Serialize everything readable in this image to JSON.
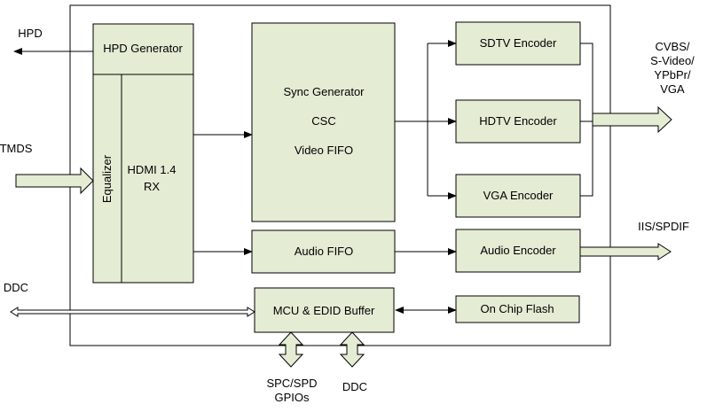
{
  "blocks": {
    "hpd_generator": "HPD Generator",
    "equalizer": "Equalizer",
    "hdmi_rx_line1": "HDMI 1.4",
    "hdmi_rx_line2": "RX",
    "sync_generator": "Sync Generator",
    "csc": "CSC",
    "video_fifo": "Video FIFO",
    "audio_fifo": "Audio FIFO",
    "mcu_edid": "MCU & EDID Buffer",
    "sdtv_encoder": "SDTV Encoder",
    "hdtv_encoder": "HDTV Encoder",
    "vga_encoder": "VGA Encoder",
    "audio_encoder": "Audio Encoder",
    "on_chip_flash": "On Chip Flash"
  },
  "signals": {
    "hpd": "HPD",
    "tmds": "TMDS",
    "ddc_left": "DDC",
    "video_out_1": "CVBS/",
    "video_out_2": "S-Video/",
    "video_out_3": "YPbPr/",
    "video_out_4": "VGA",
    "audio_out": "IIS/SPDIF",
    "gpio_1": "SPC/SPD",
    "gpio_2": "GPIOs",
    "ddc_bottom": "DDC"
  },
  "colors": {
    "block_fill": "#e4ecd4",
    "line": "#000000"
  }
}
